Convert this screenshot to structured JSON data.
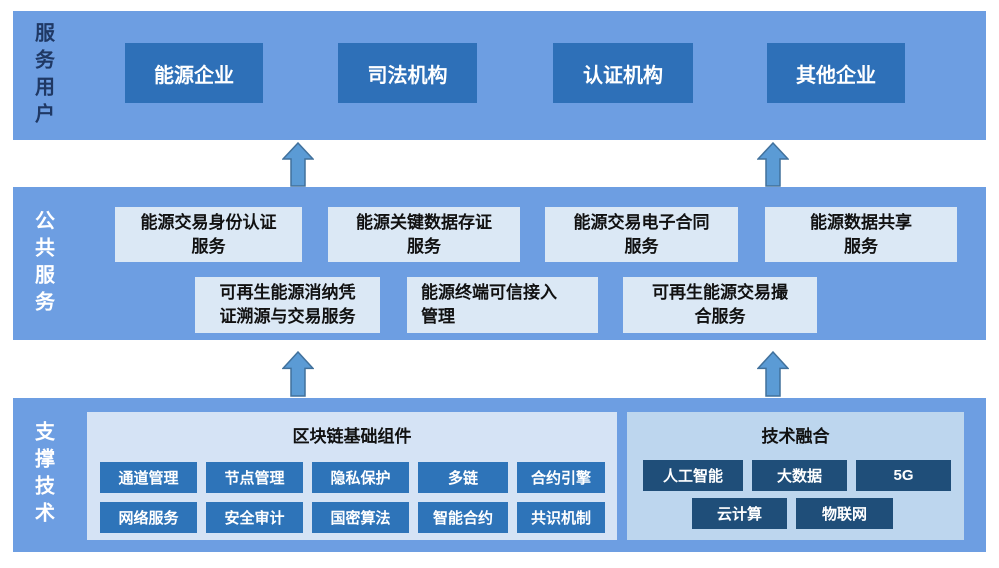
{
  "colors": {
    "band_background": "#6d9ee2",
    "user_box": "#2e70b8",
    "service_box": "#dbe8f5",
    "blockchain_panel": "#d5e3f5",
    "fusion_panel": "#bdd6ee",
    "blockchain_chip": "#2e74b9",
    "fusion_chip": "#1f4e79",
    "arrow_fill": "#5b9bd5",
    "arrow_border": "#41719c",
    "label_navy": "#1f3864",
    "label_white": "#ffffff"
  },
  "layers": {
    "service_users": {
      "label": "服务用户",
      "boxes": [
        "能源企业",
        "司法机构",
        "认证机构",
        "其他企业"
      ]
    },
    "public_services": {
      "label": "公共服务",
      "boxes": [
        "能源交易身份认证\n服务",
        "能源关键数据存证\n服务",
        "能源交易电子合同\n服务",
        "能源数据共享\n服务",
        "可再生能源消纳凭\n证溯源与交易服务",
        "能源终端可信接入\n管理",
        "可再生能源交易撮\n合服务"
      ]
    },
    "support_tech": {
      "label": "支撑技术",
      "blockchain_panel": {
        "title": "区块链基础组件",
        "chips": [
          "通道管理",
          "节点管理",
          "隐私保护",
          "多链",
          "合约引擎",
          "网络服务",
          "安全审计",
          "国密算法",
          "智能合约",
          "共识机制"
        ]
      },
      "fusion_panel": {
        "title": "技术融合",
        "chips": [
          "人工智能",
          "大数据",
          "5G",
          "云计算",
          "物联网"
        ]
      }
    }
  }
}
